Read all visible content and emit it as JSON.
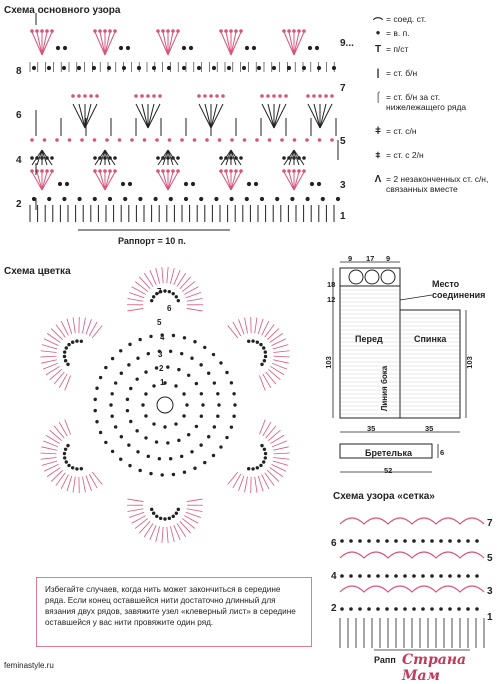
{
  "main_pattern": {
    "title": "Схема основного узора",
    "rapport": "Раппорт = 10 п.",
    "row_labels_left": [
      "8",
      "6",
      "4",
      "2"
    ],
    "row_labels_right": [
      "9...",
      "7",
      "5",
      "3",
      "1"
    ]
  },
  "legend": [
    {
      "symbol": "⌒",
      "text": "= соед. ст.",
      "icon": "slip-stitch-icon"
    },
    {
      "symbol": "●",
      "text": "= в. п.",
      "icon": "chain-stitch-icon"
    },
    {
      "symbol": "T",
      "text": "= п/ст",
      "icon": "half-double-crochet-icon"
    },
    {
      "symbol": "|",
      "text": "= ст. б/н",
      "icon": "single-crochet-icon"
    },
    {
      "symbol": "⌠",
      "text": "= ст. б/н за ст. нижележащего ряда",
      "icon": "back-loop-single-crochet-icon"
    },
    {
      "symbol": "ǂ",
      "text": "= ст. с/н",
      "icon": "double-crochet-icon"
    },
    {
      "symbol": "⧧",
      "text": "= ст. с 2/н",
      "icon": "treble-crochet-icon"
    },
    {
      "symbol": "Λ",
      "text": "= 2 незаконченных ст. с/н, связанных вместе",
      "icon": "dc2tog-icon"
    }
  ],
  "flower": {
    "title": "Схема цветка",
    "round_labels": [
      "7",
      "6",
      "5",
      "4",
      "3",
      "2",
      "1"
    ]
  },
  "garment": {
    "top_dims": [
      "9",
      "17",
      "9"
    ],
    "left_dims": [
      "18",
      "12",
      "103"
    ],
    "right_dim": "103",
    "bottom_dim": "35",
    "bottom_dim2": "35",
    "strap_width": "6",
    "strap_length": "52",
    "front_label": "Перед",
    "back_label": "Спинка",
    "side_line_label": "Линия бока",
    "join_label": "Место соединения",
    "strap_label": "Бретелька"
  },
  "mesh_pattern": {
    "title": "Схема узора «сетка»",
    "row_labels_left": [
      "6",
      "4",
      "2"
    ],
    "row_labels_right": [
      "7",
      "5",
      "3",
      "1"
    ],
    "rapport": "Рапп"
  },
  "note": {
    "text": "Избегайте случаев, когда нить может закончиться в середине ряда. Если конец оставшейся нити достаточно длинный для вязания двух рядов, завяжите узел «клеверный лист» в середине оставшейся у вас нити провяжите один ряд."
  },
  "watermark": {
    "site": "feminastyle.ru",
    "brand": "Страна Мам"
  },
  "colors": {
    "pink": "#d9547a",
    "dark": "#222222",
    "grid": "#bbbbbb"
  }
}
